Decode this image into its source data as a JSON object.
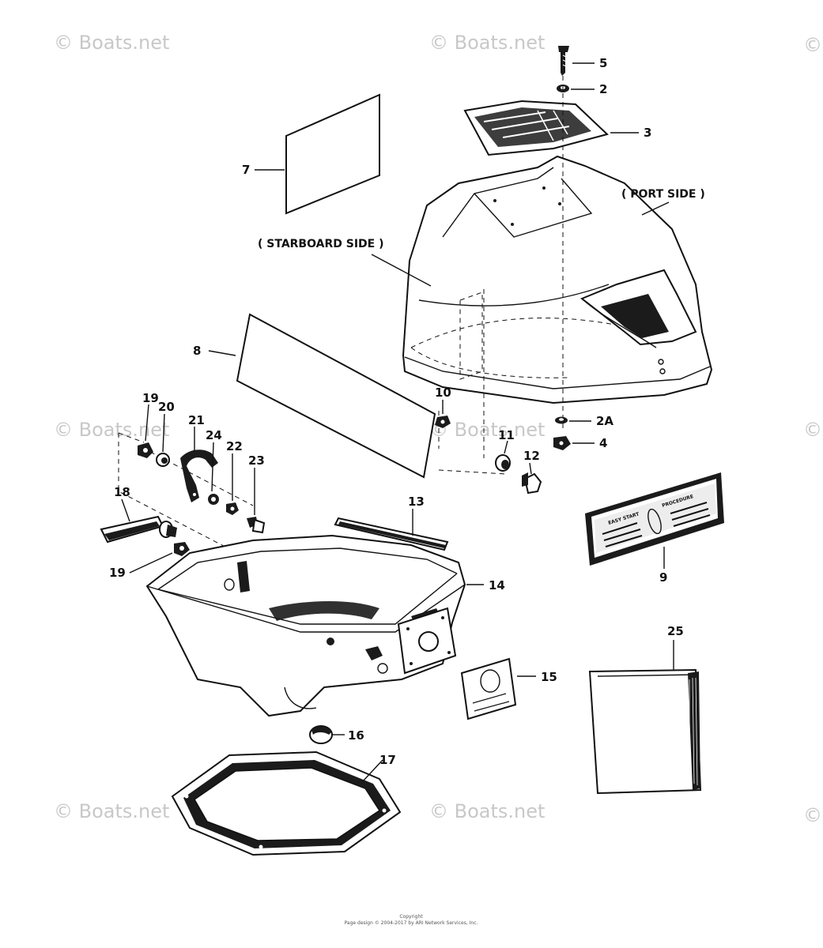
{
  "watermarks": {
    "top_left": "© Boats.net",
    "top_center": "© Boats.net",
    "top_right": "©",
    "mid_left": "© Boats.net",
    "mid_center": "© Boats.net",
    "mid_right": "©",
    "bottom_left": "© Boats.net",
    "bottom_center": "© Boats.net",
    "bottom_right": "©"
  },
  "side_labels": {
    "port": "( PORT SIDE )",
    "starboard": "( STARBOARD SIDE )"
  },
  "callouts": {
    "c5": "5",
    "c2": "2",
    "c3": "3",
    "c7": "7",
    "c8": "8",
    "c10": "10",
    "c2a": "2A",
    "c11": "11",
    "c4": "4",
    "c12": "12",
    "c19a": "19",
    "c20": "20",
    "c21": "21",
    "c24": "24",
    "c22": "22",
    "c23": "23",
    "c18": "18",
    "c13": "13",
    "c14": "14",
    "c19b": "19",
    "c9": "9",
    "c25": "25",
    "c15": "15",
    "c16": "16",
    "c17": "17"
  },
  "decal": {
    "left_heading": "EASY START",
    "right_heading": "PROCEDURE"
  },
  "footer": {
    "line1": "Copyright",
    "line2": "Page design © 2004-2017 by ARI Network Services, Inc."
  }
}
